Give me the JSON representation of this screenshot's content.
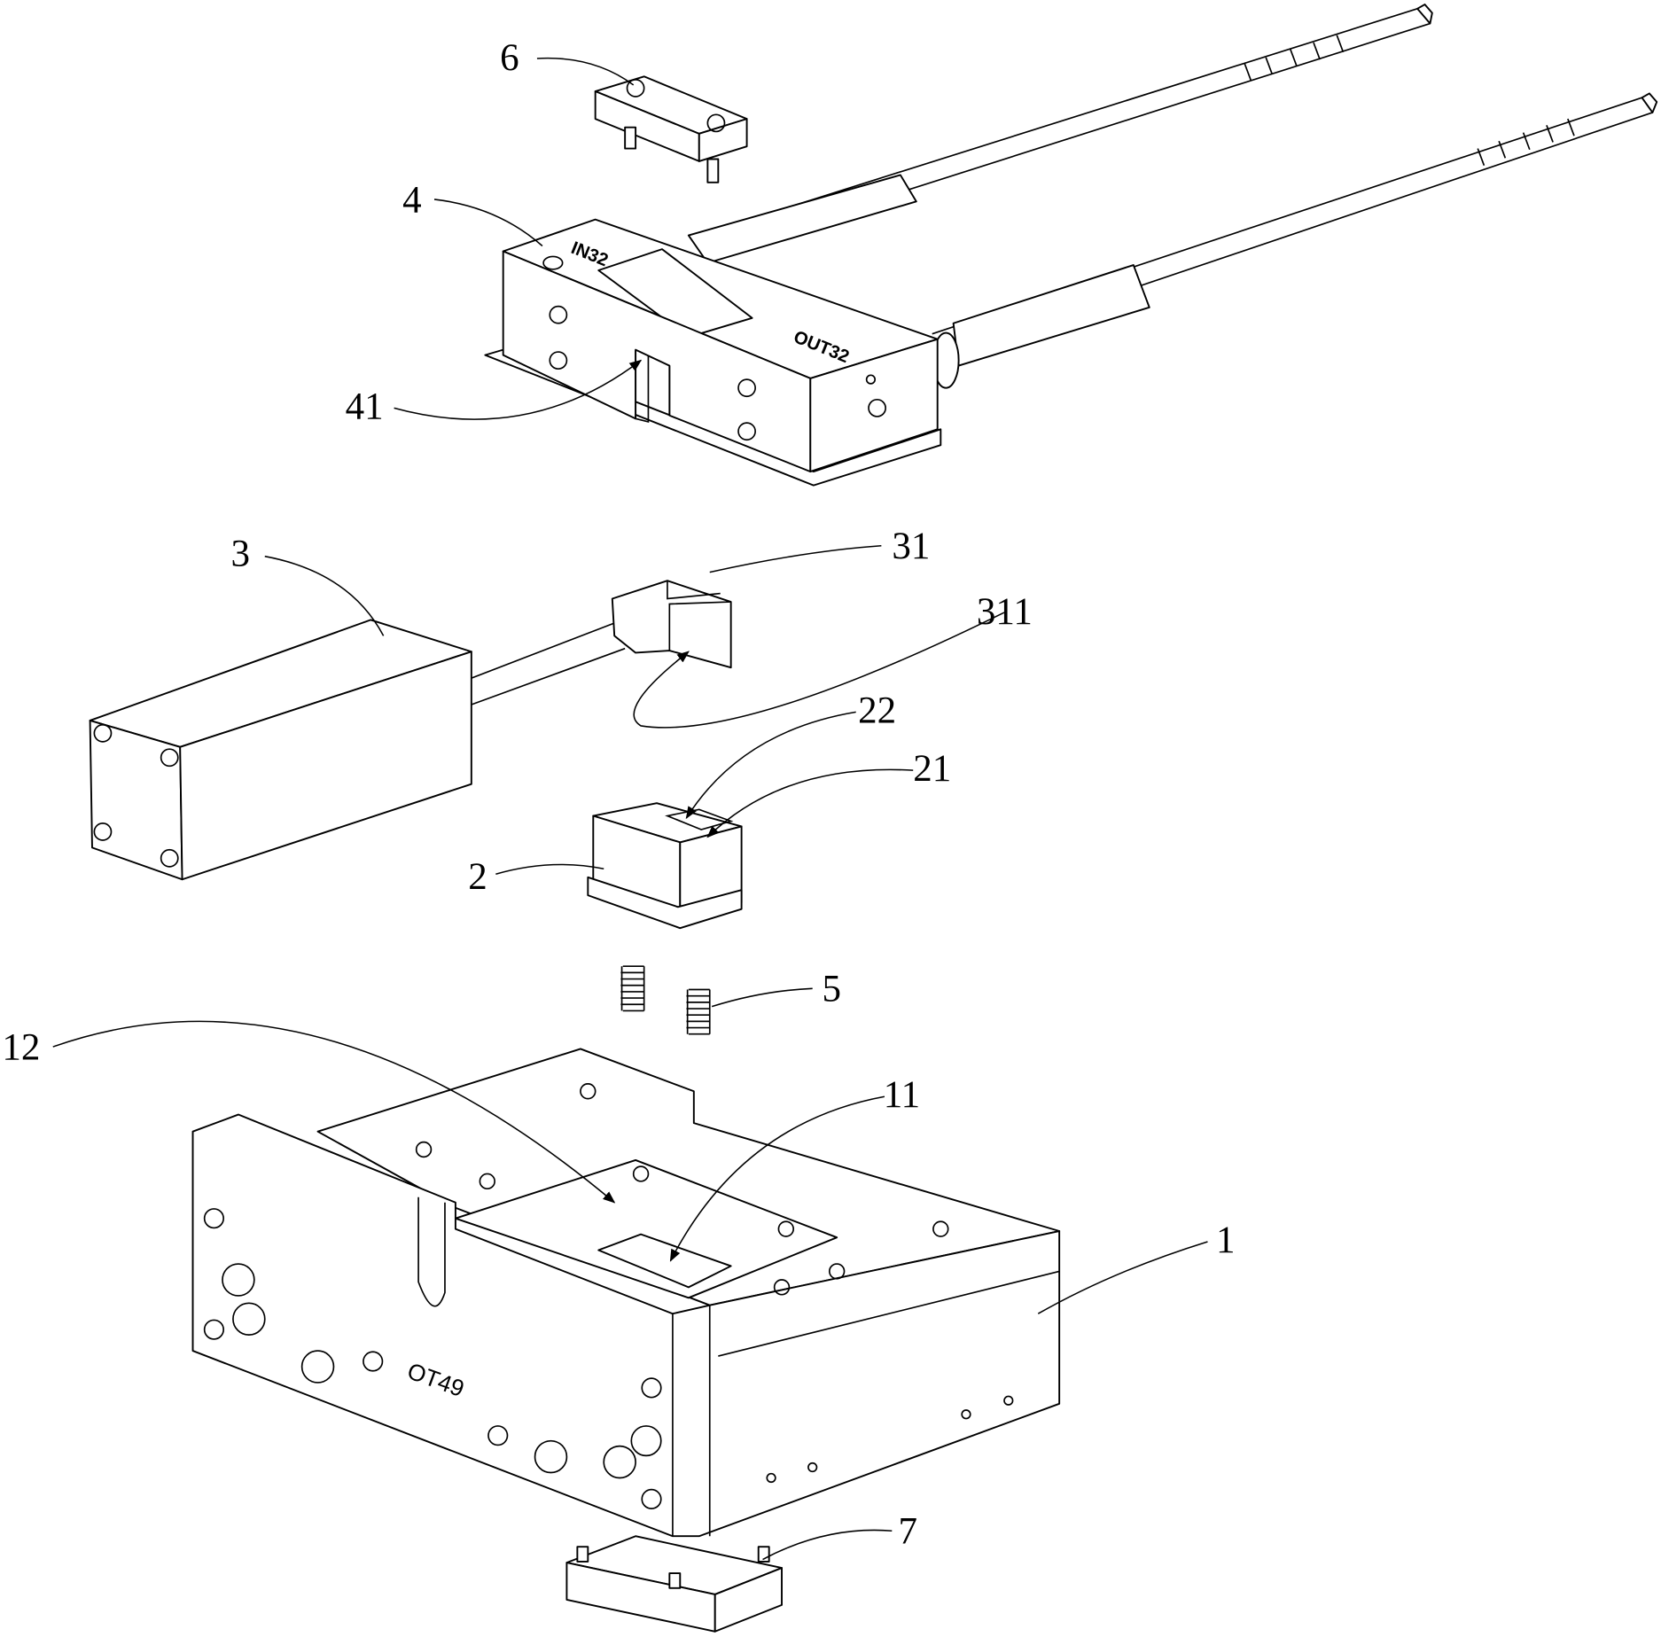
{
  "figure": {
    "type": "exploded assembly view (patent drawing)",
    "labels": {
      "l1": "1",
      "l2": "2",
      "l3": "3",
      "l4": "4",
      "l5": "5",
      "l6": "6",
      "l7": "7",
      "l11": "11",
      "l12": "12",
      "l21": "21",
      "l22": "22",
      "l31": "31",
      "l311": "311",
      "l41": "41"
    },
    "part_markings": {
      "base": "OT49",
      "slider_in": "IN32",
      "slider_out": "OUT32"
    }
  }
}
